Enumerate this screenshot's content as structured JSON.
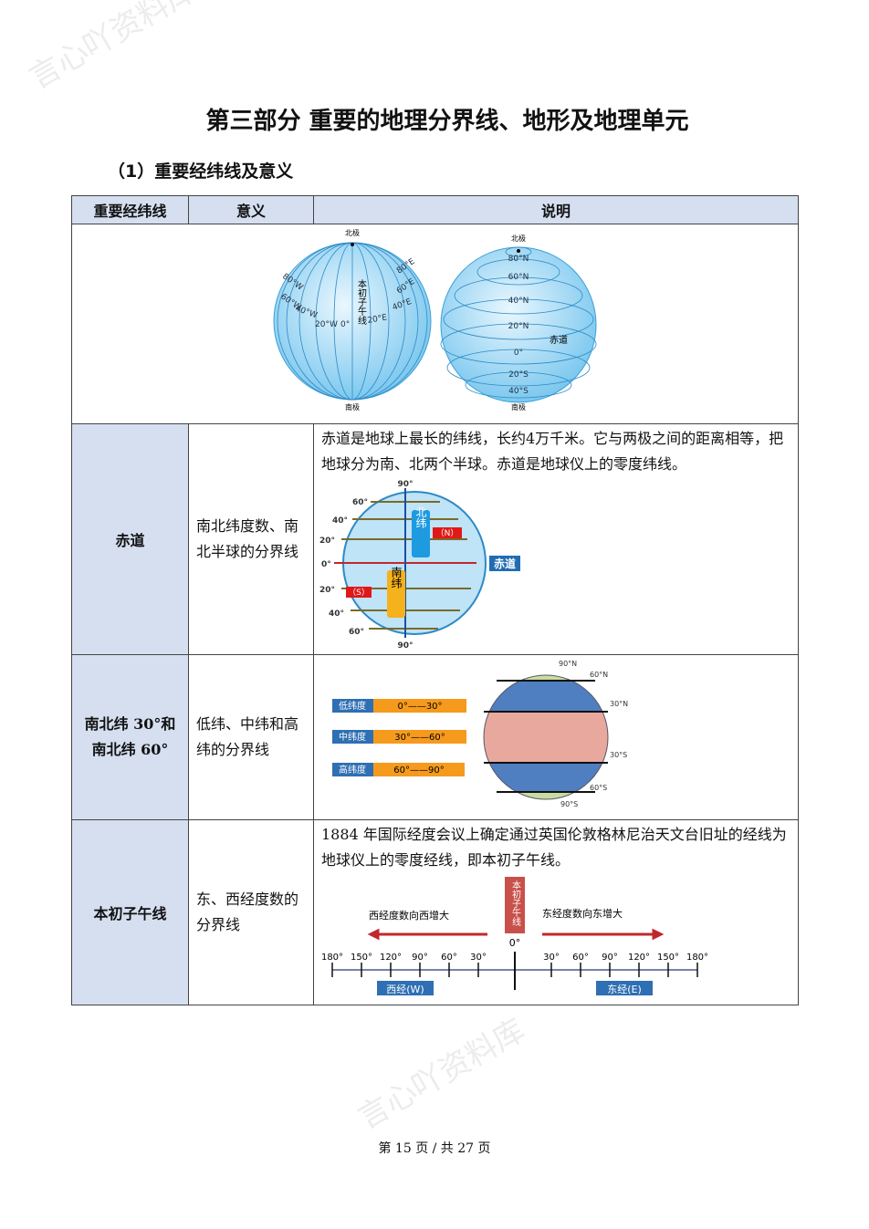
{
  "watermark": "言心吖资料库",
  "title": "第三部分  重要的地理分界线、地形及地理单元",
  "section": "（1）重要经纬线及意义",
  "table": {
    "headers": [
      "重要经纬线",
      "意义",
      "说明"
    ],
    "globes": {
      "north_pole": "北极",
      "south_pole": "南极",
      "prime": "本初子午线",
      "equator": "赤道",
      "longitudes": [
        "80°W",
        "60°W",
        "40°W",
        "20°W",
        "0°",
        "20°E",
        "40°E",
        "60°E",
        "80°E"
      ],
      "latitudes": [
        "80°N",
        "60°N",
        "40°N",
        "20°N",
        "0°",
        "20°S",
        "40°S"
      ]
    },
    "rows": [
      {
        "name": "赤道",
        "meaning": "南北纬度数、南北半球的分界线",
        "desc": "赤道是地球上最长的纬线，长约4万千米。它与两极之间的距离相等，把地球分为南、北两个半球。赤道是地球仪上的零度纬线。",
        "figure": {
          "lat_labels": [
            "90°",
            "60°",
            "40°",
            "20°",
            "0°",
            "20°",
            "40°",
            "60°",
            "90°"
          ],
          "north": "北纬",
          "south": "南纬",
          "n": "（N）",
          "s": "（S）",
          "equator": "赤道"
        }
      },
      {
        "name": "南北纬 30°和南北纬 60°",
        "meaning": "低纬、中纬和高纬的分界线",
        "figure": {
          "bands": [
            {
              "label": "低纬度",
              "range": "0°——30°"
            },
            {
              "label": "中纬度",
              "range": "30°——60°"
            },
            {
              "label": "高纬度",
              "range": "60°——90°"
            }
          ],
          "lat_labels": [
            "90°N",
            "60°N",
            "30°N",
            "30°S",
            "60°S",
            "90°S"
          ]
        }
      },
      {
        "name": "本初子午线",
        "meaning": "东、西经度数的分界线",
        "desc": "1884 年国际经度会议上确定通过英国伦敦格林尼治天文台旧址的经线为地球仪上的零度经线，即本初子午线。",
        "figure": {
          "prime": "本初子午线",
          "west_text": "西经度数向西增大",
          "east_text": "东经度数向东增大",
          "zero": "0°",
          "west_ticks": [
            "180°",
            "150°",
            "120°",
            "90°",
            "60°",
            "30°"
          ],
          "east_ticks": [
            "30°",
            "60°",
            "90°",
            "120°",
            "150°",
            "180°"
          ],
          "west": "西经(W)",
          "east": "东经(E)"
        }
      }
    ]
  },
  "footer": {
    "prefix": "第",
    "page": "15",
    "mid": "页 / 共",
    "total": "27",
    "suffix": "页"
  },
  "colors": {
    "header_bg": "#d5dff0",
    "globe": "#7cc8ef",
    "equator_red": "#c0282d",
    "orange": "#f59a1c",
    "blue_label": "#2f6fb3"
  }
}
